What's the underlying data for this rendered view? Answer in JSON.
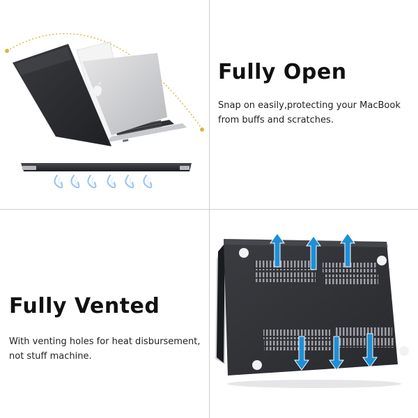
{
  "open_section": {
    "heading": "Fully Open",
    "description": "Snap on easily,protecting your MacBook\nfrom buffs and scratches."
  },
  "vented_section": {
    "heading": "Fully Vented",
    "description": "With venting holes for heat disbursement,\nnot stuff machine."
  },
  "colors": {
    "case_black": "#2a2b2e",
    "vent_blue": "#1f8fd6",
    "arc_gold": "#d7b73a",
    "divider": "#cfcfcf"
  },
  "icons": [
    "apple-logo-icon",
    "arrow-up-icon",
    "arrow-down-icon",
    "airflow-swirl-icon"
  ]
}
